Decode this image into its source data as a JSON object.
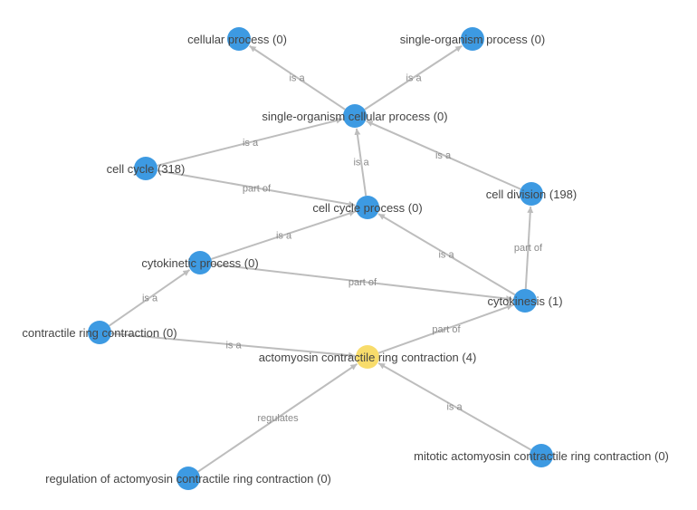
{
  "colors": {
    "node_default": "#3d9ae2",
    "node_highlight": "#f8dc6b",
    "edge": "#bdbdbd",
    "edge_label": "#8a8a8a",
    "node_label": "#444444"
  },
  "graph": {
    "nodes": [
      {
        "id": "cellular-process",
        "label": "cellular process (0)",
        "highlight": false
      },
      {
        "id": "single-organism-process",
        "label": "single-organism process (0)",
        "highlight": false
      },
      {
        "id": "single-organism-cellular-process",
        "label": "single-organism cellular process (0)",
        "highlight": false
      },
      {
        "id": "cell-cycle",
        "label": "cell cycle (318)",
        "highlight": false
      },
      {
        "id": "cell-division",
        "label": "cell division (198)",
        "highlight": false
      },
      {
        "id": "cell-cycle-process",
        "label": "cell cycle process (0)",
        "highlight": false
      },
      {
        "id": "cytokinetic-process",
        "label": "cytokinetic process (0)",
        "highlight": false
      },
      {
        "id": "cytokinesis",
        "label": "cytokinesis (1)",
        "highlight": false
      },
      {
        "id": "contractile-ring-contraction",
        "label": "contractile ring contraction (0)",
        "highlight": false
      },
      {
        "id": "actomyosin-contractile-ring-contraction",
        "label": "actomyosin contractile ring contraction (4)",
        "highlight": true
      },
      {
        "id": "regulation-of-actomyosin-contractile-ring-contraction",
        "label": "regulation of actomyosin contractile ring contraction (0)",
        "highlight": false
      },
      {
        "id": "mitotic-actomyosin-contractile-ring-contraction",
        "label": "mitotic actomyosin contractile ring contraction (0)",
        "highlight": false
      }
    ],
    "edges": [
      {
        "source": "single-organism-cellular-process",
        "target": "cellular-process",
        "label": "is a"
      },
      {
        "source": "single-organism-cellular-process",
        "target": "single-organism-process",
        "label": "is a"
      },
      {
        "source": "cell-cycle",
        "target": "single-organism-cellular-process",
        "label": "is a"
      },
      {
        "source": "cell-cycle-process",
        "target": "single-organism-cellular-process",
        "label": "is a"
      },
      {
        "source": "cell-division",
        "target": "single-organism-cellular-process",
        "label": "is a"
      },
      {
        "source": "cell-cycle",
        "target": "cell-cycle-process",
        "label": "part of"
      },
      {
        "source": "cytokinetic-process",
        "target": "cell-cycle-process",
        "label": "is a"
      },
      {
        "source": "cytokinesis",
        "target": "cell-cycle-process",
        "label": "is a"
      },
      {
        "source": "cytokinesis",
        "target": "cell-division",
        "label": "part of"
      },
      {
        "source": "cytokinetic-process",
        "target": "cytokinesis",
        "label": "part of"
      },
      {
        "source": "contractile-ring-contraction",
        "target": "cytokinetic-process",
        "label": "is a"
      },
      {
        "source": "actomyosin-contractile-ring-contraction",
        "target": "cytokinesis",
        "label": "part of"
      },
      {
        "source": "contractile-ring-contraction",
        "target": "actomyosin-contractile-ring-contraction",
        "label": "is a"
      },
      {
        "source": "regulation-of-actomyosin-contractile-ring-contraction",
        "target": "actomyosin-contractile-ring-contraction",
        "label": "regulates"
      },
      {
        "source": "mitotic-actomyosin-contractile-ring-contraction",
        "target": "actomyosin-contractile-ring-contraction",
        "label": "is a"
      }
    ]
  }
}
